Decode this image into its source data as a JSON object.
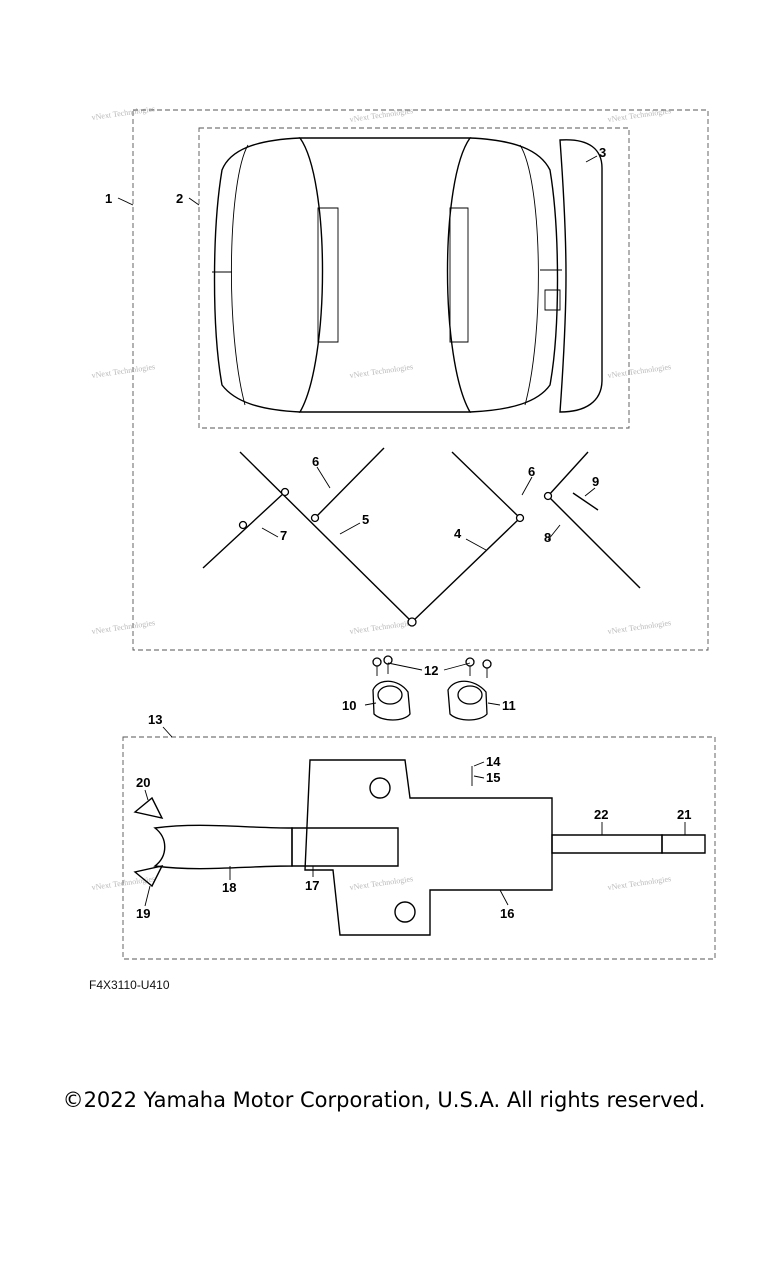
{
  "diagram": {
    "callouts": [
      "1",
      "2",
      "3",
      "4",
      "5",
      "6",
      "6",
      "7",
      "8",
      "9",
      "10",
      "11",
      "12",
      "13",
      "14",
      "15",
      "16",
      "17",
      "18",
      "19",
      "20",
      "21",
      "22"
    ],
    "watermark": "vNext Technologies",
    "reference_code": "F4X3110-U410"
  },
  "footer": {
    "copyright": "©2022 Yamaha Motor Corporation, U.S.A. All rights reserved."
  }
}
